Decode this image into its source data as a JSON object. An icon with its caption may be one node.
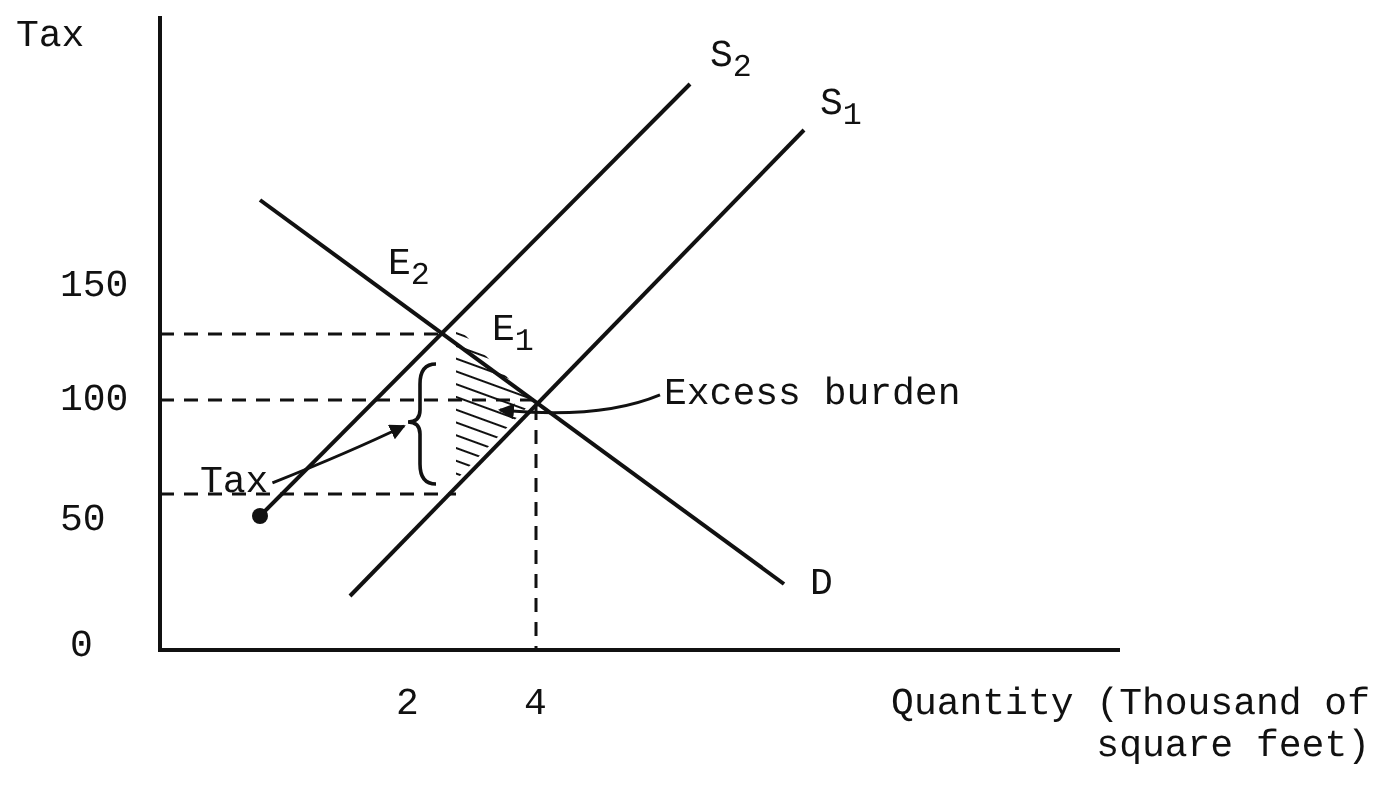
{
  "diagram": {
    "nodes": [
      {
        "text": [
          "Tax"
        ]
      },
      {
        "text": [],
        "shape": "bracket"
      },
      {
        "text": [
          "Excess burden"
        ]
      },
      {
        "text": [],
        "shape": "triangle"
      }
    ],
    "edges": [
      {
        "from": 0,
        "to": 1,
        "arrow": "to"
      },
      {
        "from": 2,
        "to": 3,
        "arrow": "to"
      }
    ],
    "labels": [
      "Tax",
      "S$_{2}$",
      "S$_{1}$",
      "E$_{2}$",
      "150",
      "E$_{1}$",
      "100",
      "50",
      "D",
      "0",
      "2",
      "4",
      "Quantity (Thousand of square feet)"
    ]
  }
}
